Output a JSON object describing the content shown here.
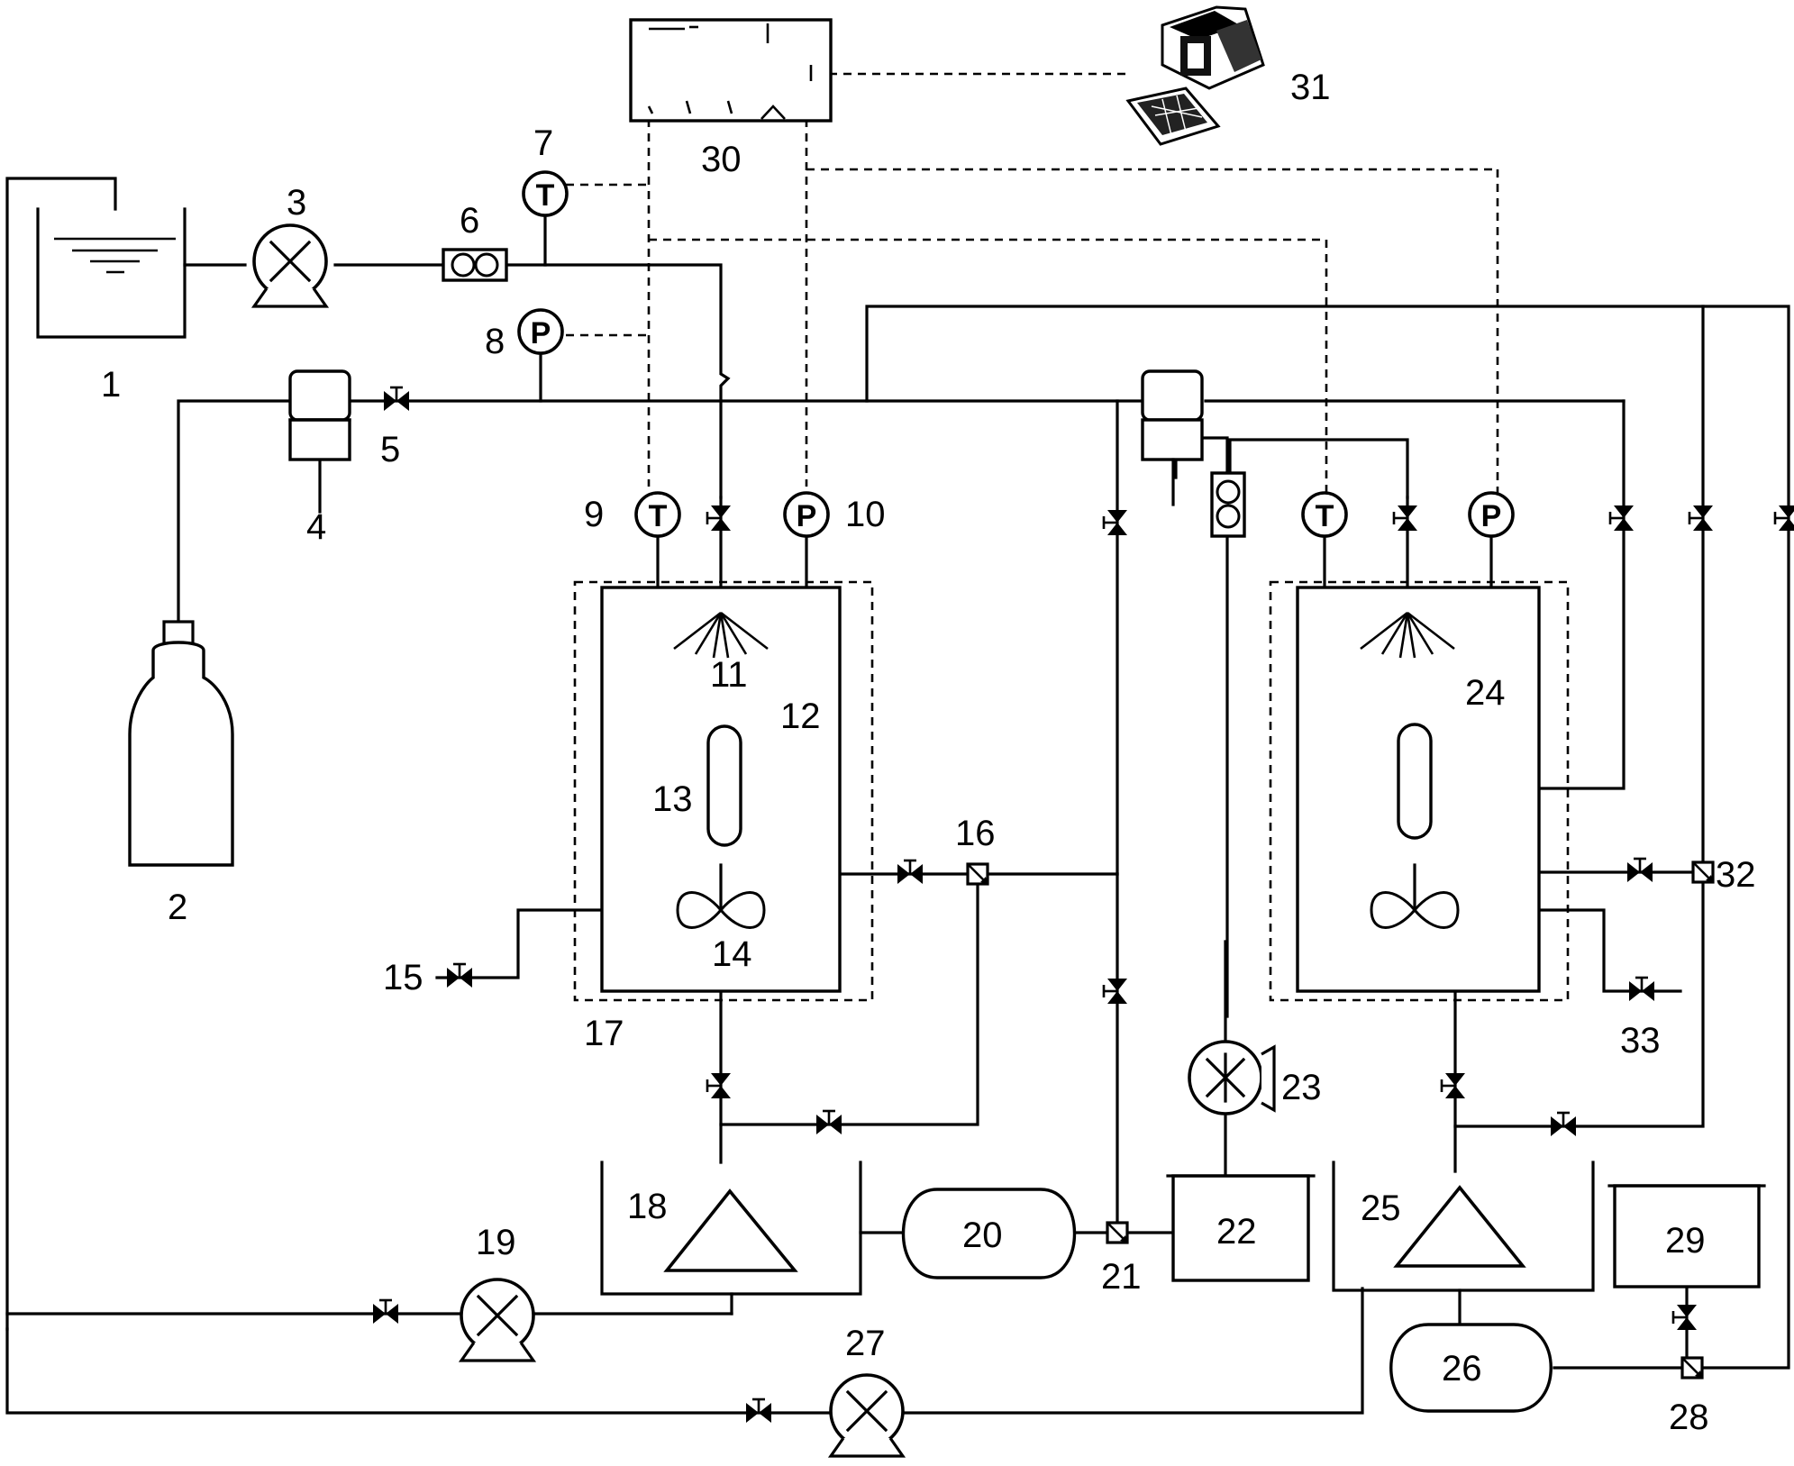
{
  "diagram": {
    "labels": {
      "n1": "1",
      "n2": "2",
      "n3": "3",
      "n4": "4",
      "n5": "5",
      "n6": "6",
      "n7": "7",
      "n8": "8",
      "n9": "9",
      "n10": "10",
      "n11": "11",
      "n12": "12",
      "n13": "13",
      "n14": "14",
      "n15": "15",
      "n16": "16",
      "n17": "17",
      "n18": "18",
      "n19": "19",
      "n20": "20",
      "n21": "21",
      "n22": "22",
      "n23": "23",
      "n24": "24",
      "n25": "25",
      "n26": "26",
      "n27": "27",
      "n28": "28",
      "n29": "29",
      "n30": "30",
      "n31": "31",
      "n32": "32",
      "n33": "33"
    },
    "gauge_letters": {
      "temperature": "T",
      "pressure": "P"
    },
    "icons": {
      "pump": "pump-icon",
      "flowmeter": "flowmeter-icon",
      "valve": "valve-icon",
      "filter": "filter-icon",
      "nozzle": "spray-nozzle-icon",
      "agitator": "agitator-icon",
      "gas_cylinder": "gas-cylinder-icon",
      "computer": "computer-icon",
      "data_logger": "data-logger-icon"
    }
  }
}
